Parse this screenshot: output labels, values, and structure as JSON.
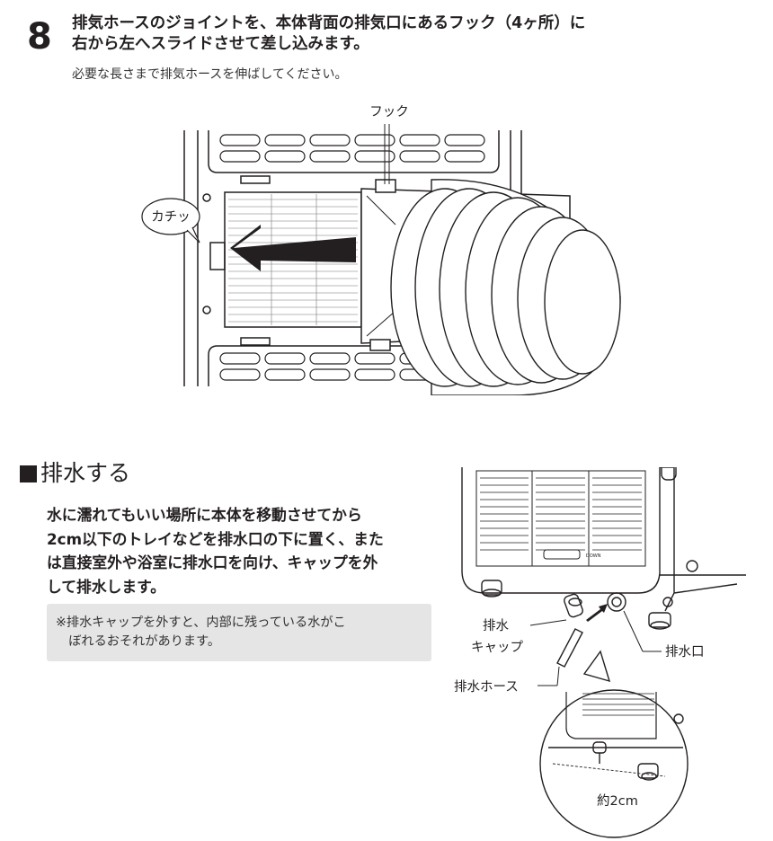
{
  "step": {
    "number": "8",
    "title_line1": "排気ホースのジョイントを、本体背面の排気口にあるフック（4ヶ所）に",
    "title_line2": "右から左へスライドさせて差し込みます。",
    "note": "必要な長さまで排気ホースを伸ばしてください。"
  },
  "figure_top": {
    "hook_label": "フック",
    "click_label": "カチッ"
  },
  "section": {
    "heading": "排水する",
    "body_line1": "水に濡れてもいい場所に本体を移動させてから",
    "body_line2": "2cm以下のトレイなどを排水口の下に置く、また",
    "body_line3": "は直接室外や浴室に排水口を向け、キャップを外",
    "body_line4": "して排水します。",
    "caution_line1": "※排水キャップを外すと、内部に残っている水がこ",
    "caution_line2": "　ぼれるおそれがあります。"
  },
  "figure_bottom": {
    "drain_cap_label_1": "排水",
    "drain_cap_label_2": "キャップ",
    "drain_outlet_label": "排水口",
    "drain_hose_label": "排水ホース",
    "height_label": "約2cm",
    "panel_mark": "DOWN"
  }
}
